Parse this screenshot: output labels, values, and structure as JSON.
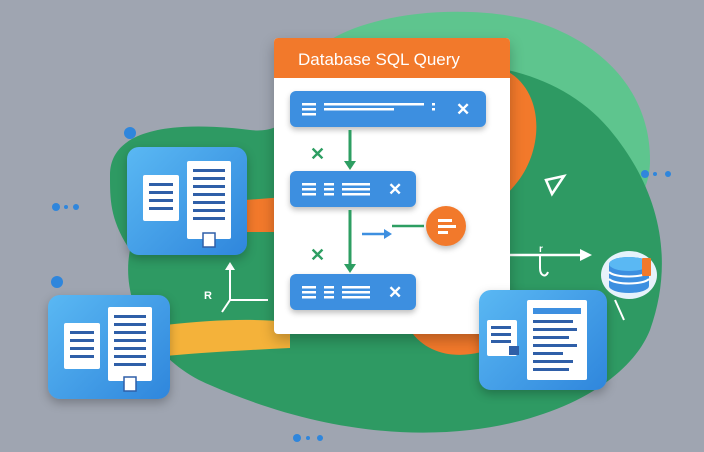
{
  "diagram": {
    "title": "Database SQL Query",
    "step_close_glyph": "✕",
    "connector_glyph": "✕",
    "labels": {
      "r_label": "R",
      "ret_label": "r"
    },
    "colors": {
      "background": "#9fa5b1",
      "blob_green": "#2e9a63",
      "blob_light": "#5ec58e",
      "orange": "#f2792b",
      "yellow": "#f4b23a",
      "step_blue": "#3d8fe0",
      "arrow_green": "#2d9e62"
    }
  }
}
